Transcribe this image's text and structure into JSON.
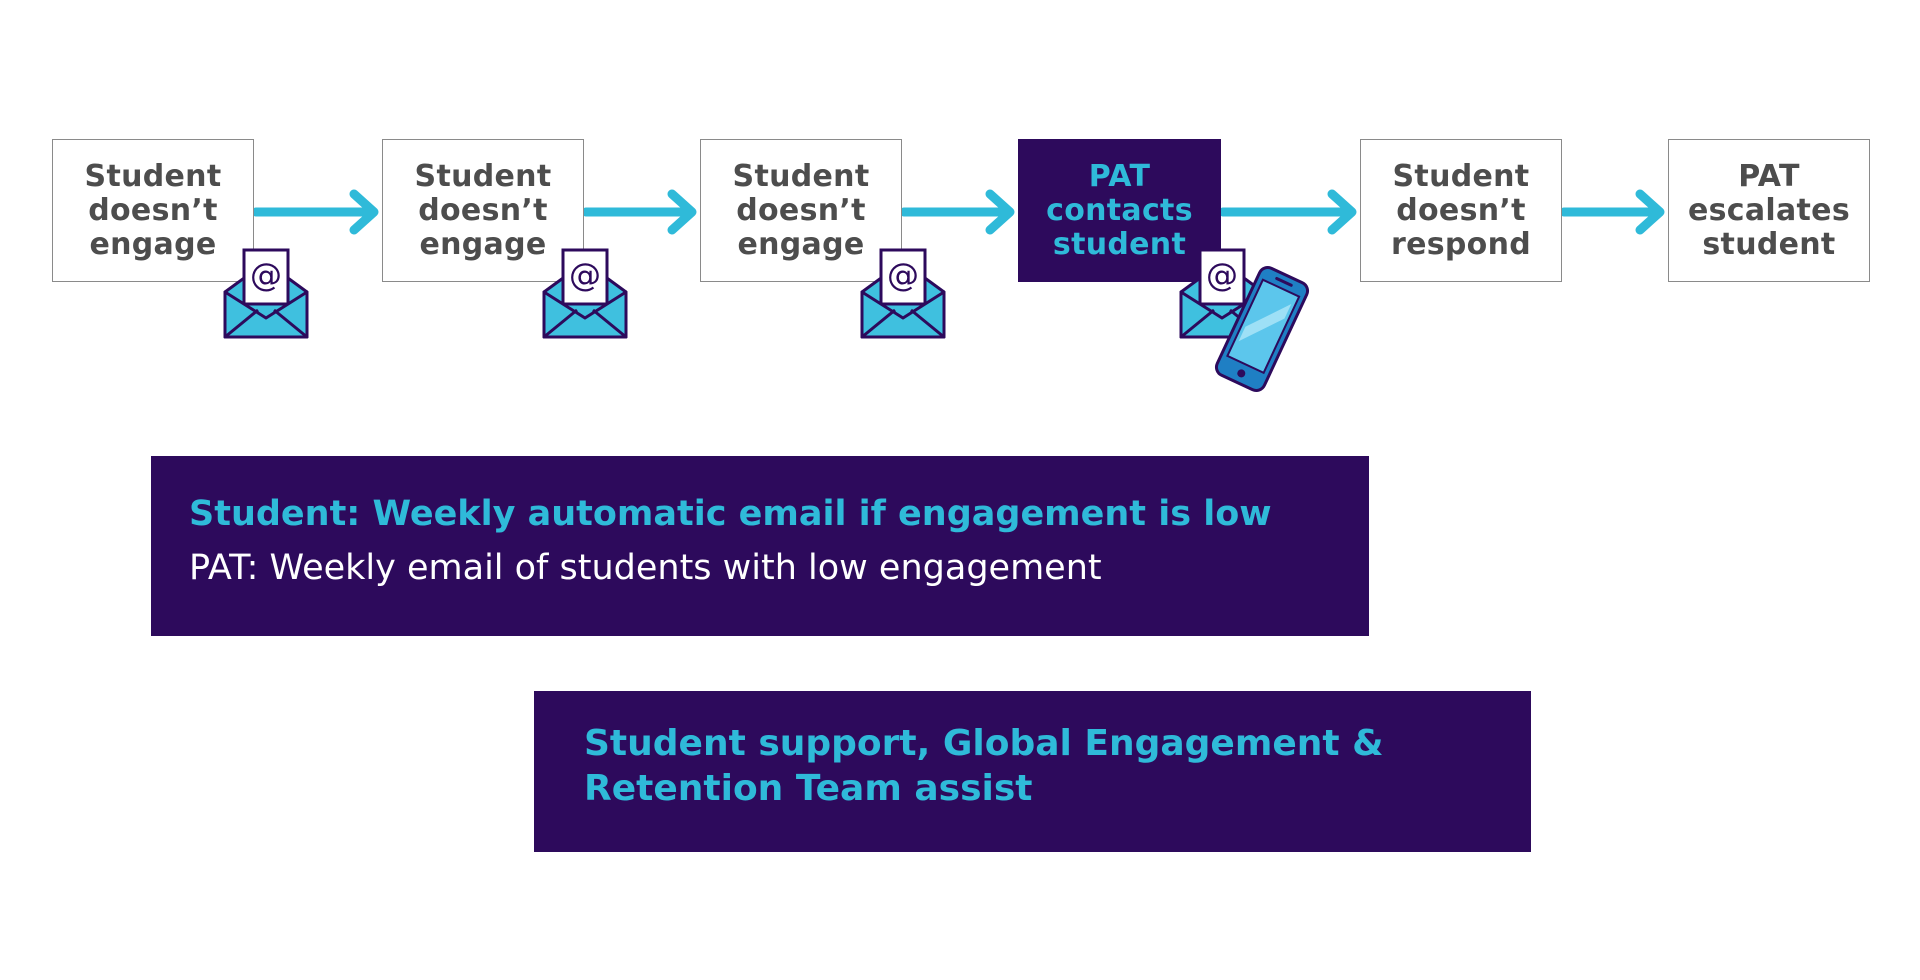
{
  "flow": {
    "steps": [
      {
        "label": "Student\ndoesn’t\nengage",
        "highlight": false
      },
      {
        "label": "Student\ndoesn’t\nengage",
        "highlight": false
      },
      {
        "label": "Student\ndoesn’t\nengage",
        "highlight": false
      },
      {
        "label": "PAT\ncontacts\nstudent",
        "highlight": true
      },
      {
        "label": "Student\ndoesn’t\nrespond",
        "highlight": false
      },
      {
        "label": "PAT\nescalates\nstudent",
        "highlight": false
      }
    ],
    "icons": [
      {
        "name": "email-envelope-icon"
      },
      {
        "name": "email-envelope-icon"
      },
      {
        "name": "email-envelope-icon"
      },
      {
        "name": "email-envelope-icon"
      },
      {
        "name": "mobile-phone-icon"
      }
    ],
    "email_symbol": "@"
  },
  "panels": {
    "notifications": {
      "line1": "Student: Weekly automatic email if engagement is low",
      "line2": "PAT: Weekly email of students with low engagement"
    },
    "support": {
      "text": "Student support, Global Engagement &\nRetention Team assist"
    }
  },
  "colors": {
    "arrow": "#2fbad9",
    "panel_bg": "#2d0a5c",
    "accent_text": "#2fbad9",
    "step_text": "#4d4d4d",
    "envelope_fill": "#3fc0df",
    "icon_outline": "#2d0a5c"
  }
}
